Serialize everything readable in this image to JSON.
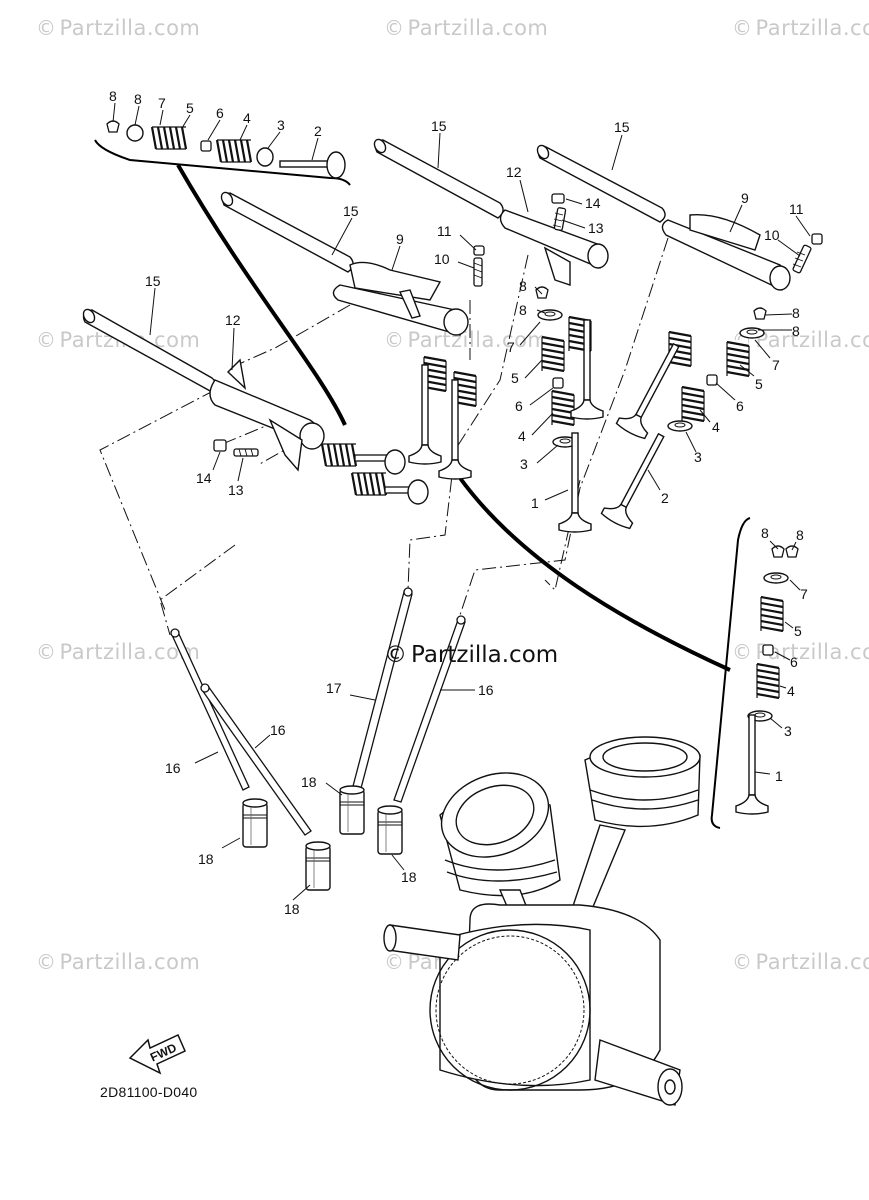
{
  "watermark": {
    "symbol": "©",
    "text": "Partzilla.com"
  },
  "center_watermark": {
    "symbol": "©",
    "text": "Partzilla.com"
  },
  "diagram_code": "2D81100-D040",
  "fwd_label": "FWD",
  "callouts": [
    {
      "id": "c1",
      "label": "8"
    },
    {
      "id": "c2",
      "label": "8"
    },
    {
      "id": "c3",
      "label": "7"
    },
    {
      "id": "c4",
      "label": "5"
    },
    {
      "id": "c5",
      "label": "6"
    },
    {
      "id": "c6",
      "label": "4"
    },
    {
      "id": "c7",
      "label": "3"
    },
    {
      "id": "c8",
      "label": "2"
    },
    {
      "id": "c9",
      "label": "15"
    },
    {
      "id": "c10",
      "label": "9"
    },
    {
      "id": "c11",
      "label": "11"
    },
    {
      "id": "c12",
      "label": "10"
    },
    {
      "id": "c13",
      "label": "15"
    },
    {
      "id": "c14",
      "label": "12"
    },
    {
      "id": "c15",
      "label": "14"
    },
    {
      "id": "c16",
      "label": "13"
    },
    {
      "id": "c17",
      "label": "15"
    },
    {
      "id": "c18",
      "label": "12"
    },
    {
      "id": "c19",
      "label": "14"
    },
    {
      "id": "c20",
      "label": "13"
    },
    {
      "id": "c21",
      "label": "8"
    },
    {
      "id": "c22",
      "label": "8"
    },
    {
      "id": "c23",
      "label": "7"
    },
    {
      "id": "c24",
      "label": "5"
    },
    {
      "id": "c25",
      "label": "6"
    },
    {
      "id": "c26",
      "label": "4"
    },
    {
      "id": "c27",
      "label": "3"
    },
    {
      "id": "c28",
      "label": "1"
    },
    {
      "id": "c29",
      "label": "15"
    },
    {
      "id": "c30",
      "label": "9"
    },
    {
      "id": "c31",
      "label": "11"
    },
    {
      "id": "c32",
      "label": "10"
    },
    {
      "id": "c33",
      "label": "8"
    },
    {
      "id": "c34",
      "label": "8"
    },
    {
      "id": "c35",
      "label": "7"
    },
    {
      "id": "c36",
      "label": "5"
    },
    {
      "id": "c37",
      "label": "6"
    },
    {
      "id": "c38",
      "label": "4"
    },
    {
      "id": "c39",
      "label": "3"
    },
    {
      "id": "c40",
      "label": "2"
    },
    {
      "id": "c41",
      "label": "8"
    },
    {
      "id": "c42",
      "label": "8"
    },
    {
      "id": "c43",
      "label": "7"
    },
    {
      "id": "c44",
      "label": "5"
    },
    {
      "id": "c45",
      "label": "6"
    },
    {
      "id": "c46",
      "label": "4"
    },
    {
      "id": "c47",
      "label": "3"
    },
    {
      "id": "c48",
      "label": "1"
    },
    {
      "id": "c49",
      "label": "17"
    },
    {
      "id": "c50",
      "label": "16"
    },
    {
      "id": "c51",
      "label": "16"
    },
    {
      "id": "c52",
      "label": "16"
    },
    {
      "id": "c53",
      "label": "18"
    },
    {
      "id": "c54",
      "label": "18"
    },
    {
      "id": "c55",
      "label": "18"
    },
    {
      "id": "c56",
      "label": "18"
    }
  ]
}
